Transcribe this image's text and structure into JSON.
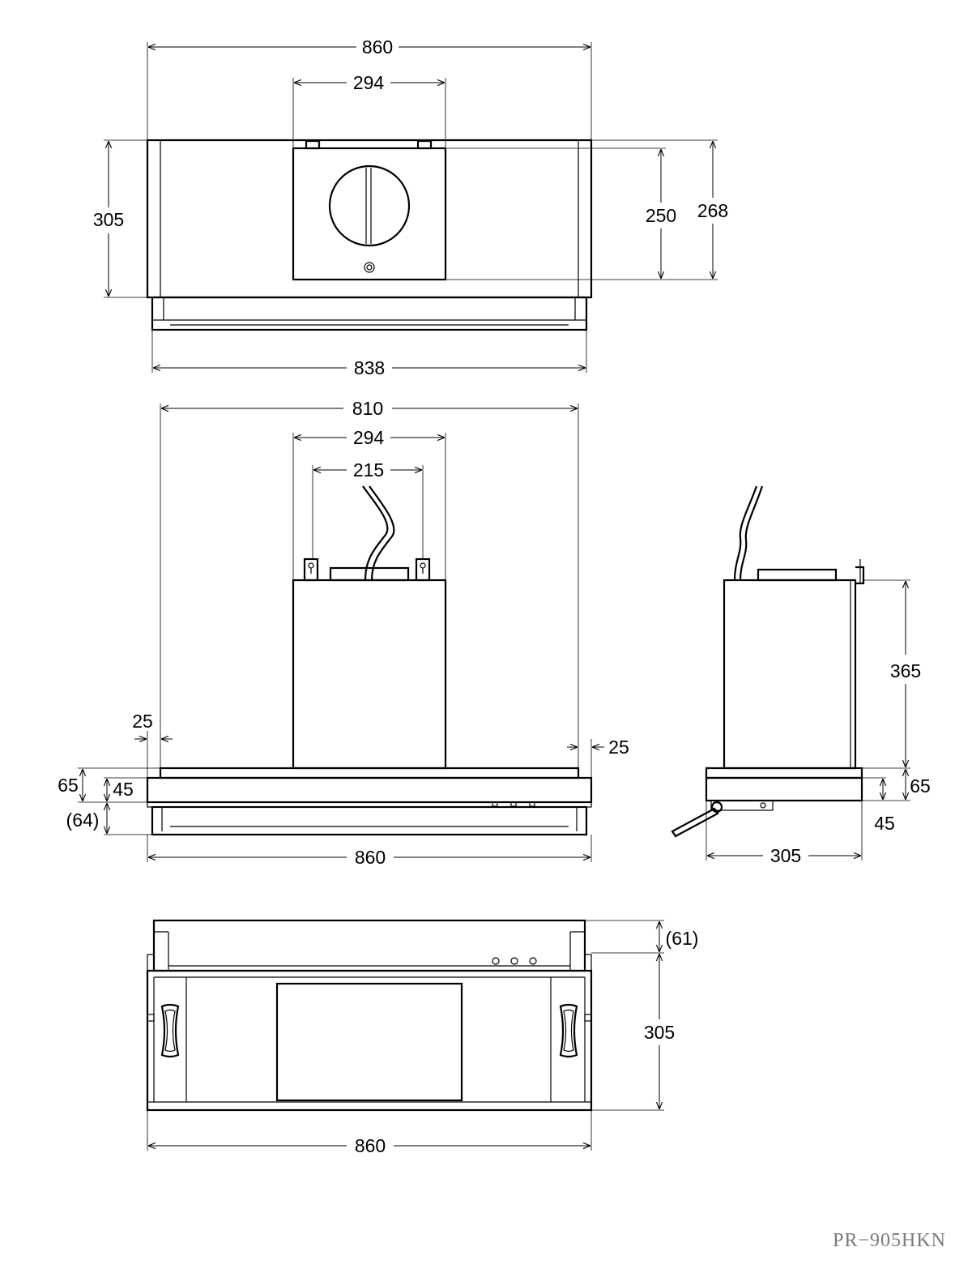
{
  "top_view": {
    "overall_width": "860",
    "duct_box_width": "294",
    "depth": "305",
    "duct_box_depth_250": "250",
    "duct_box_depth_268": "268",
    "front_width": "838"
  },
  "front_view": {
    "outer_width_810": "810",
    "duct_box_width": "294",
    "bracket_spacing": "215",
    "left_inset": "25",
    "right_inset": "25",
    "total_height_left": "65",
    "body_height_left": "45",
    "visor_height": "(64)",
    "overall_width": "860"
  },
  "side_view": {
    "box_height": "365",
    "total_height": "65",
    "body_height": "45",
    "depth": "305"
  },
  "bottom_view": {
    "visor_depth": "(61)",
    "depth": "305",
    "overall_width": "860"
  },
  "model_number": "PR−905HKN"
}
